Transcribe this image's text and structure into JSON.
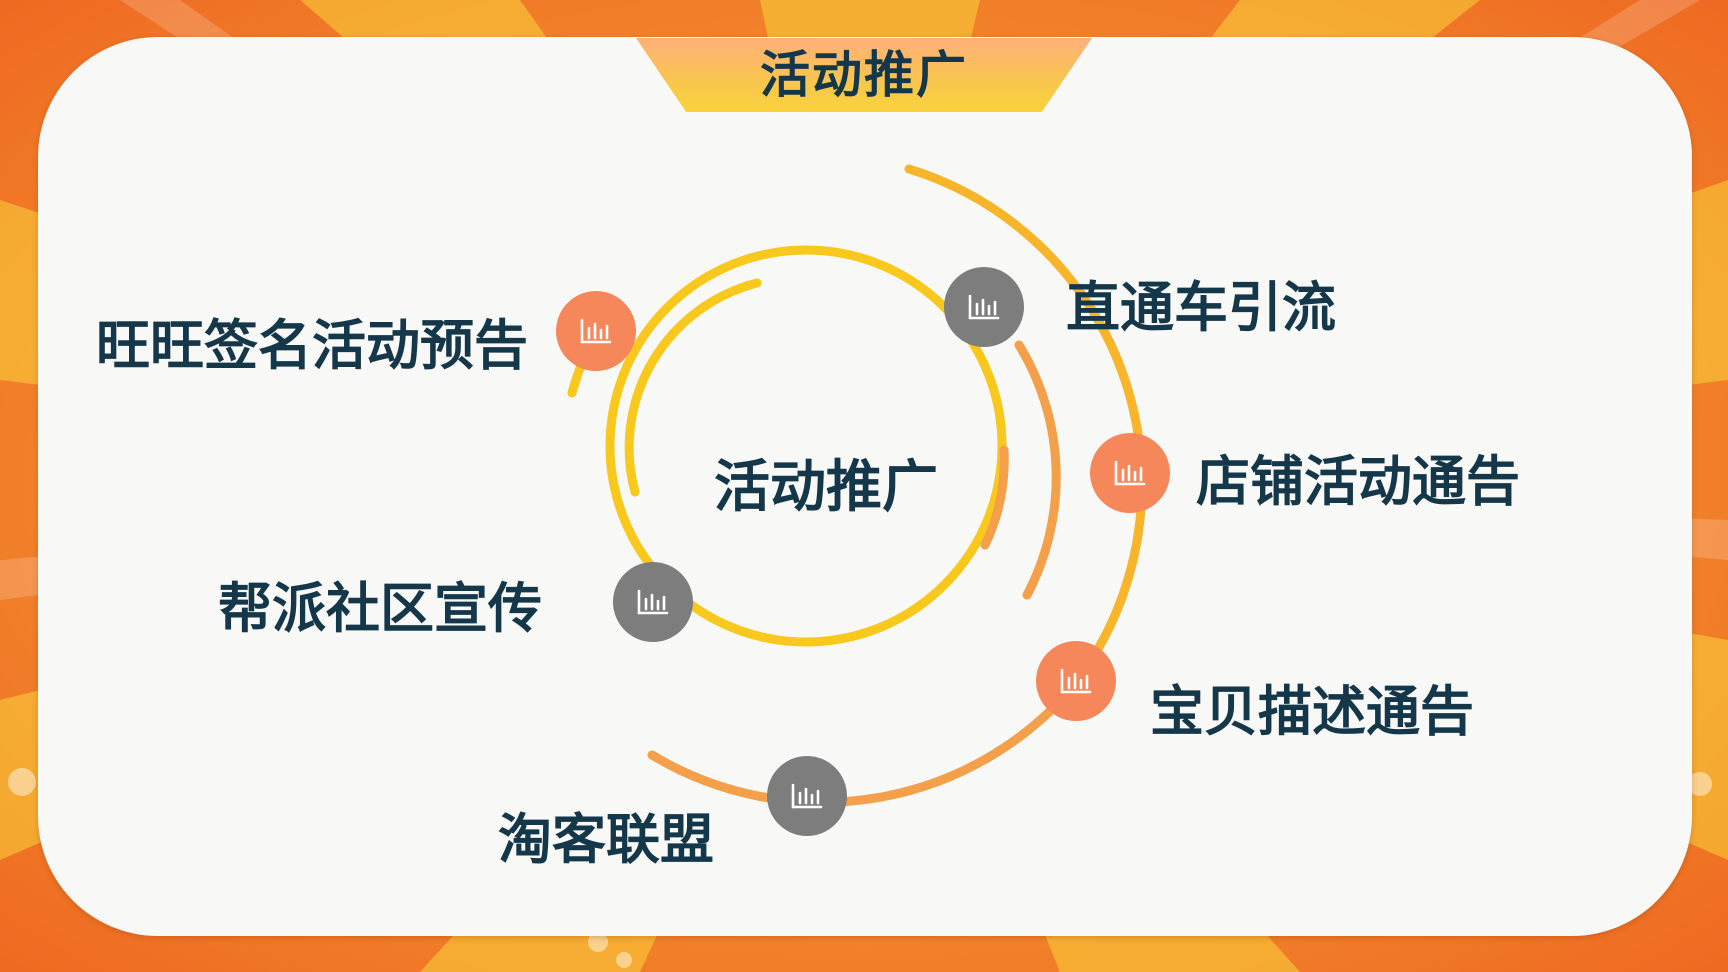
{
  "title": "活动推广",
  "center_label": "活动推广",
  "colors": {
    "background": "#f07a2e",
    "card": "#f8f8f7",
    "text": "#15374a",
    "ring_yellow": "#f9c81d",
    "ring_orange": "#f4a04a",
    "node_orange": "#f6875a",
    "node_gray": "#7d7d7d"
  },
  "node_icon": "bar-chart-icon",
  "items": [
    {
      "label": "旺旺签名活动预告",
      "node_color": "orange"
    },
    {
      "label": "直通车引流",
      "node_color": "gray"
    },
    {
      "label": "店铺活动通告",
      "node_color": "orange"
    },
    {
      "label": "帮派社区宣传",
      "node_color": "gray"
    },
    {
      "label": "宝贝描述通告",
      "node_color": "orange"
    },
    {
      "label": "淘客联盟",
      "node_color": "gray"
    }
  ]
}
